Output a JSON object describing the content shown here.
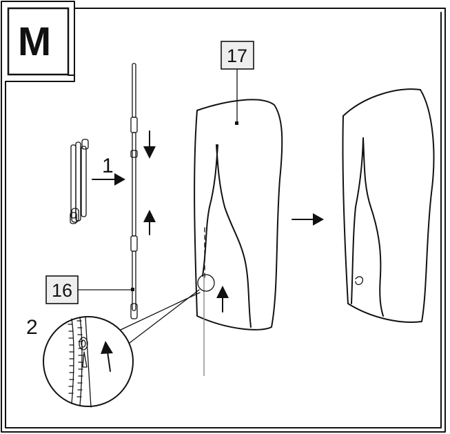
{
  "step": {
    "letter": "M"
  },
  "callouts": {
    "step1": "1",
    "step2": "2",
    "part_pole": "16",
    "part_cover": "17"
  },
  "icons": [
    "arrow-right-icon",
    "arrow-down-icon",
    "arrow-up-icon",
    "magnifier-circle-icon"
  ]
}
